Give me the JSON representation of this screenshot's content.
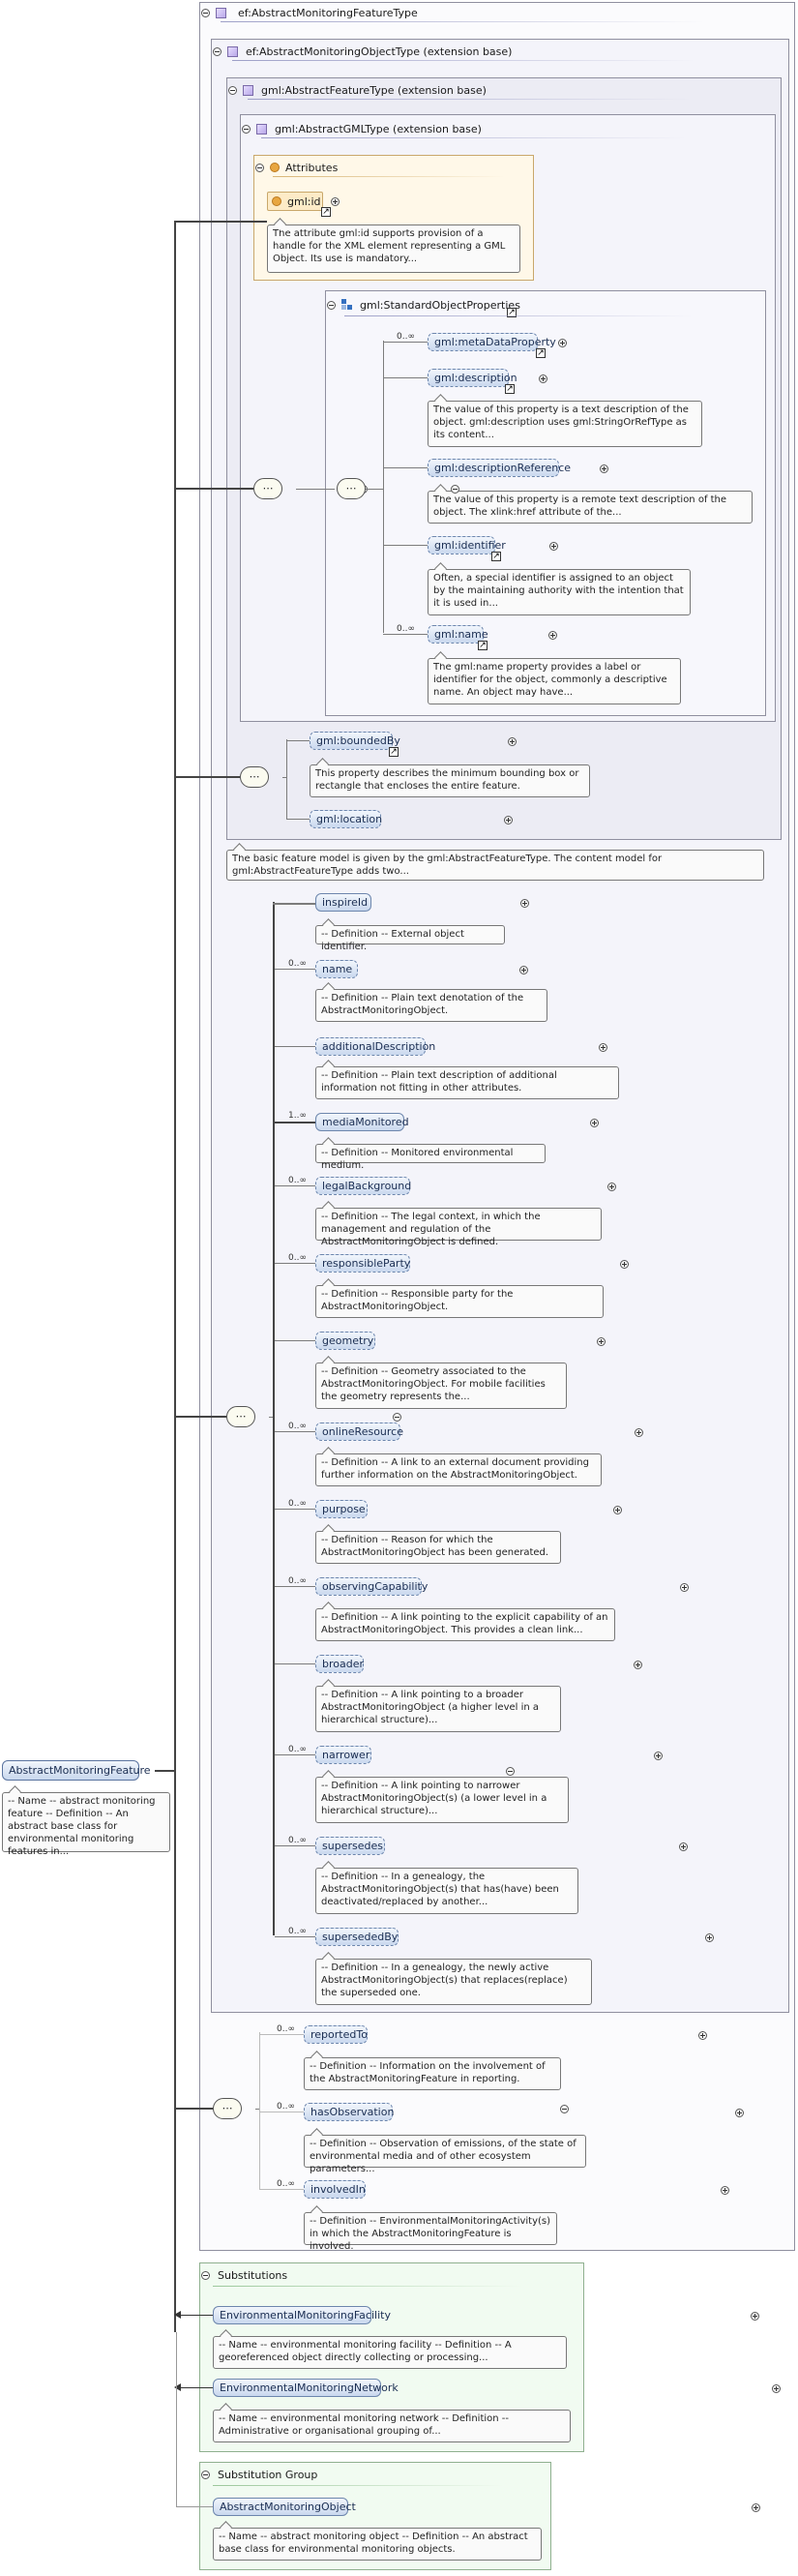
{
  "boxes": {
    "outer": "ef:AbstractMonitoringFeatureType",
    "ext1": "ef:AbstractMonitoringObjectType (extension base)",
    "ext2": "gml:AbstractFeatureType (extension base)",
    "ext3": "gml:AbstractGMLType (extension base)",
    "attributes": "Attributes",
    "std_group": "gml:StandardObjectProperties",
    "substitutions": "Substitutions",
    "subst_group": "Substitution Group"
  },
  "gml_id": {
    "name": "gml:id",
    "doc": "The attribute gml:id supports provision of a handle for the XML element representing a GML Object. Its use is mandatory..."
  },
  "std_props": [
    {
      "name": "gml:metaDataProperty",
      "card": "0..∞",
      "doc": ""
    },
    {
      "name": "gml:description",
      "card": "",
      "doc": "The value of this property is a text description of the object. gml:description uses gml:StringOrRefType as its content..."
    },
    {
      "name": "gml:descriptionReference",
      "card": "",
      "doc": "The value of this property is a remote text description of the object. The xlink:href attribute of the..."
    },
    {
      "name": "gml:identifier",
      "card": "",
      "doc": "Often, a special identifier is assigned to an object by the maintaining authority with the intention that it is used in..."
    },
    {
      "name": "gml:name",
      "card": "0..∞",
      "doc": "The gml:name property provides a label or identifier for the object, commonly a descriptive name. An object may have..."
    }
  ],
  "feature_props": [
    {
      "name": "gml:boundedBy",
      "doc": "This property describes the minimum bounding box or rectangle that encloses the entire feature."
    },
    {
      "name": "gml:location",
      "doc": ""
    }
  ],
  "feature_doc": "The basic feature model is given by the gml:AbstractFeatureType. The content model for gml:AbstractFeatureType adds two...",
  "mo_props": [
    {
      "name": "inspireId",
      "card": "",
      "doc": "-- Definition -- External object identifier."
    },
    {
      "name": "name",
      "card": "0..∞",
      "doc": "-- Definition -- Plain text denotation of the AbstractMonitoringObject."
    },
    {
      "name": "additionalDescription",
      "card": "",
      "doc": "-- Definition -- Plain text description of additional information not fitting in other attributes."
    },
    {
      "name": "mediaMonitored",
      "card": "1..∞",
      "doc": "-- Definition -- Monitored environmental medium."
    },
    {
      "name": "legalBackground",
      "card": "0..∞",
      "doc": "-- Definition -- The legal context, in which the management and regulation of the AbstractMonitoringObject is defined."
    },
    {
      "name": "responsibleParty",
      "card": "0..∞",
      "doc": "-- Definition -- Responsible party for the AbstractMonitoringObject."
    },
    {
      "name": "geometry",
      "card": "",
      "doc": "-- Definition -- Geometry associated to the AbstractMonitoringObject. For mobile facilities the geometry represents the..."
    },
    {
      "name": "onlineResource",
      "card": "0..∞",
      "doc": "-- Definition -- A link to an external document providing further information on the AbstractMonitoringObject."
    },
    {
      "name": "purpose",
      "card": "0..∞",
      "doc": "-- Definition -- Reason for which the AbstractMonitoringObject has been generated."
    },
    {
      "name": "observingCapability",
      "card": "0..∞",
      "doc": "-- Definition -- A link pointing to the explicit capability of an AbstractMonitoringObject. This provides a clean link..."
    },
    {
      "name": "broader",
      "card": "",
      "doc": "-- Definition -- A link pointing to a broader AbstractMonitoringObject (a higher level in a hierarchical structure)..."
    },
    {
      "name": "narrower",
      "card": "0..∞",
      "doc": "-- Definition -- A link pointing to narrower AbstractMonitoringObject(s) (a lower level in a hierarchical structure)..."
    },
    {
      "name": "supersedes",
      "card": "0..∞",
      "doc": "-- Definition -- In a genealogy, the AbstractMonitoringObject(s) that has(have) been deactivated/replaced by another..."
    },
    {
      "name": "supersededBy",
      "card": "0..∞",
      "doc": "-- Definition -- In a genealogy, the newly active AbstractMonitoringObject(s) that replaces(replace) the superseded one."
    }
  ],
  "mf_props": [
    {
      "name": "reportedTo",
      "card": "0..∞",
      "doc": "-- Definition -- Information on the involvement of the AbstractMonitoringFeature in reporting."
    },
    {
      "name": "hasObservation",
      "card": "0..∞",
      "doc": "-- Definition -- Observation of emissions, of the state of environmental media and of other ecosystem parameters..."
    },
    {
      "name": "involvedIn",
      "card": "0..∞",
      "doc": "-- Definition -- EnvironmentalMonitoringActivity(s) in which the AbstractMonitoringFeature is involved."
    }
  ],
  "root": {
    "name": "AbstractMonitoringFeature",
    "doc": "-- Name -- abstract monitoring feature -- Definition -- An abstract base class for environmental monitoring features in..."
  },
  "substitutions": [
    {
      "name": "EnvironmentalMonitoringFacility",
      "doc": "-- Name -- environmental monitoring facility -- Definition -- A georeferenced object directly collecting or processing..."
    },
    {
      "name": "EnvironmentalMonitoringNetwork",
      "doc": "-- Name -- environmental monitoring network -- Definition -- Administrative or organisational grouping of..."
    }
  ],
  "subst_group": {
    "name": "AbstractMonitoringObject",
    "doc": "-- Name -- abstract monitoring object -- Definition -- An abstract base class for environmental monitoring objects."
  },
  "compositor_glyph": "⋯"
}
